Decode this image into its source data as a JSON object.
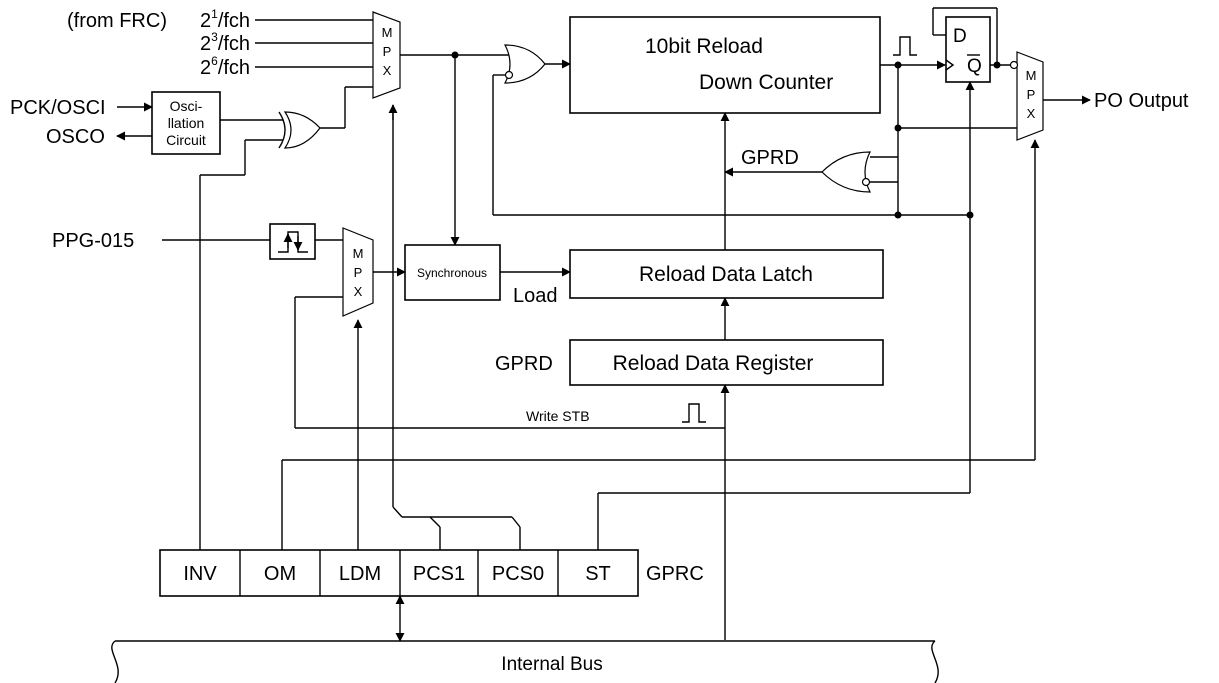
{
  "inputs": {
    "from_frc": "(from FRC)",
    "clk1_base": "2",
    "clk1_exp": "1",
    "clk1_unit": "/fch",
    "clk2_base": "2",
    "clk2_exp": "3",
    "clk2_unit": "/fch",
    "clk3_base": "2",
    "clk3_exp": "6",
    "clk3_unit": "/fch",
    "pck_osci": "PCK/OSCI",
    "osco": "OSCO",
    "ppg": "PPG-015"
  },
  "blocks": {
    "osc_line1": "Osci-",
    "osc_line2": "llation",
    "osc_line3": "Circuit",
    "counter_line1": "10bit Reload",
    "counter_line2": "Down Counter",
    "latch": "Reload Data Latch",
    "register": "Reload Data Register",
    "sync": "Synchronous",
    "ff_d": "D",
    "ff_q": "Q"
  },
  "mux": {
    "m": "M",
    "p": "P",
    "x": "X"
  },
  "labels": {
    "gprd_top": "GPRD",
    "gprd_reg": "GPRD",
    "load": "Load",
    "write_stb": "Write STB",
    "po_output": "PO Output",
    "gprc": "GPRC",
    "internal_bus": "Internal Bus"
  },
  "register_bits": [
    "INV",
    "OM",
    "LDM",
    "PCS1",
    "PCS0",
    "ST"
  ]
}
